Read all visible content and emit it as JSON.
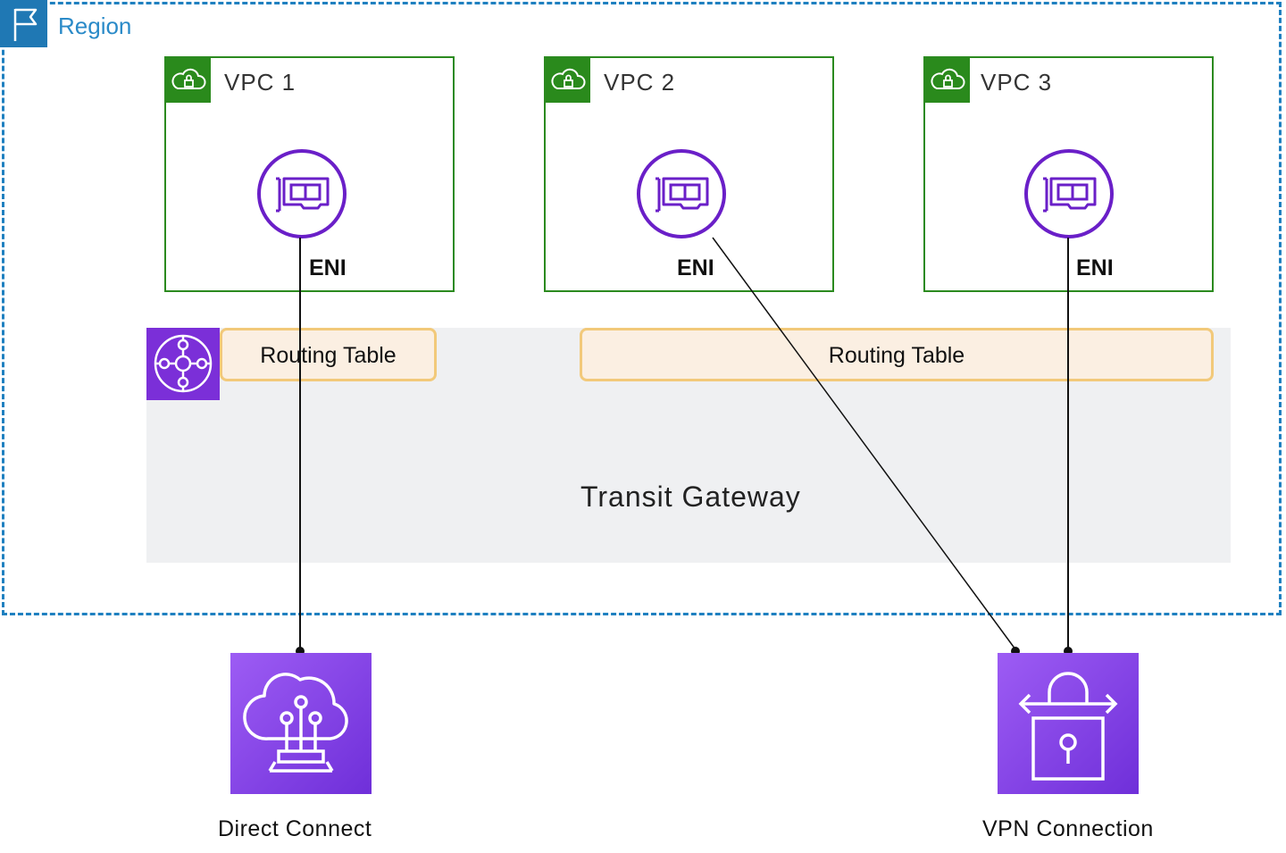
{
  "region": {
    "label": "Region",
    "icon": "flag-icon",
    "color": "#1f78b4"
  },
  "vpcs": [
    {
      "label": "VPC 1",
      "eni_label": "ENI",
      "icon": "vpc-cloud-lock-icon"
    },
    {
      "label": "VPC 2",
      "eni_label": "ENI",
      "icon": "vpc-cloud-lock-icon"
    },
    {
      "label": "VPC 3",
      "eni_label": "ENI",
      "icon": "vpc-cloud-lock-icon"
    }
  ],
  "transit_gateway": {
    "label": "Transit Gateway",
    "icon": "transit-gateway-icon",
    "color": "#7b2fd8"
  },
  "routing_tables": [
    {
      "label": "Routing Table"
    },
    {
      "label": "Routing Table"
    }
  ],
  "services": [
    {
      "label": "Direct Connect",
      "icon": "direct-connect-icon"
    },
    {
      "label": "VPN Connection",
      "icon": "vpn-connection-icon"
    }
  ],
  "colors": {
    "vpc": "#2b8a1f",
    "eni": "#6a1fc8",
    "routing_table_border": "#f2c97a",
    "routing_table_fill": "#fbefe2"
  }
}
